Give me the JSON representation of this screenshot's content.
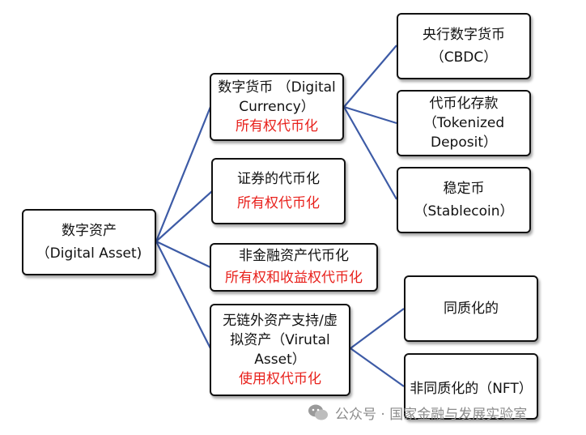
{
  "nodes": {
    "root": {
      "line1": "数字资产",
      "line2": "（Digital Asset)"
    },
    "digital_currency": {
      "line1": "数字货币 （Digital",
      "line2": "Currency）",
      "tag": "所有权代币化"
    },
    "securities": {
      "line1": "证券的代币化",
      "tag": "所有权代币化"
    },
    "nonfinancial": {
      "line1": "非金融资产代币化",
      "tag": "所有权和收益权代币化"
    },
    "virtual": {
      "line1": "无链外资产支持/虚",
      "line2": "拟资产（Virutal",
      "line3": "Asset）",
      "tag": "使用权代币化"
    },
    "cbdc": {
      "line1": "央行数字货币",
      "line2": "（CBDC）"
    },
    "tokenized_deposit": {
      "line1": "代币化存款",
      "line2": "（Tokenized",
      "line3": "Deposit）"
    },
    "stablecoin": {
      "line1": "稳定币",
      "line2": "（Stablecoin）"
    },
    "fungible": {
      "line1": "同质化的"
    },
    "nft": {
      "line1": "非同质化的（NFT）"
    }
  },
  "watermark": {
    "text": "公众号 · 国家金融与发展实验室"
  },
  "colors": {
    "connector": "#3d5ba6",
    "tag": "#e8211c",
    "watermark": "#8c8c8c"
  }
}
